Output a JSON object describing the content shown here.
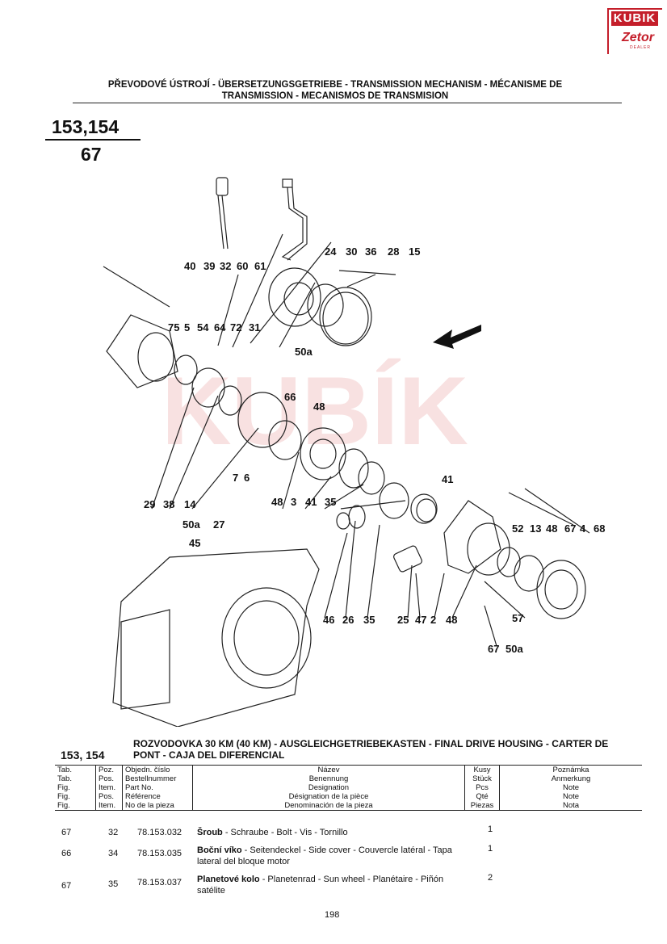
{
  "logo": {
    "brand": "KUBIK",
    "dealer": "Zetor",
    "sub": "DEALER"
  },
  "header": {
    "title": "PŘEVODOVÉ ÚSTROJÍ - ÜBERSETZUNGSGETRIEBE - TRANSMISSION MECHANISM - MÉCANISME DE TRANSMISSION - MECANISMOS DE TRANSMISION"
  },
  "tab": {
    "models": "153,154",
    "number": "67"
  },
  "watermark": {
    "text": "KUBÍK"
  },
  "callouts": [
    "40",
    "39",
    "32",
    "60",
    "61",
    "24",
    "30",
    "36",
    "28",
    "15",
    "75",
    "5",
    "54",
    "64",
    "72",
    "31",
    "50a",
    "66",
    "48",
    "7",
    "6",
    "29",
    "38",
    "14",
    "48",
    "3",
    "41",
    "35",
    "41",
    "50a",
    "27",
    "45",
    "52",
    "13",
    "48",
    "67",
    "4",
    "68",
    "46",
    "26",
    "35",
    "25",
    "47",
    "2",
    "48",
    "57",
    "67",
    "50a"
  ],
  "section": {
    "tab": "153, 154",
    "title": "ROZVODOVKA 30 KM (40 KM) - AUSGLEICHGETRIEBEKASTEN - FINAL DRIVE HOUSING - CARTER DE PONT - CAJA DEL DIFERENCIAL"
  },
  "table_header": {
    "tab": [
      "Tab.",
      "Tab.",
      "Fig.",
      "Fig.",
      "Fig."
    ],
    "pos": [
      "Poz.",
      "Pos.",
      "Item.",
      "Pos.",
      "Item."
    ],
    "part": [
      "Objedn. číslo",
      "Bestellnummer",
      "Part No.",
      "Référence",
      "No de la pieza"
    ],
    "name": [
      "Název",
      "Benennung",
      "Designation",
      "Désignation de la pièce",
      "Denominación de la pieza"
    ],
    "qty": [
      "Kusy",
      "Stück",
      "Pcs",
      "Qté",
      "Piezas"
    ],
    "note": [
      "Poznámka",
      "Anmerkung",
      "Note",
      "Note",
      "Nota"
    ]
  },
  "rows": [
    {
      "tab": "67",
      "pos": "32",
      "part": "78.153.032",
      "name_bold": "Šroub",
      "name_rest": " - Schraube - Bolt - Vis - Tornillo",
      "qty": "1"
    },
    {
      "tab": "66",
      "pos": "34",
      "part": "78.153.035",
      "name_bold": "Boční víko",
      "name_rest": " - Seitendeckel - Side cover - Couvercle latéral - Tapa lateral del bloque motor",
      "qty": "1"
    },
    {
      "tab": "67",
      "pos": "35",
      "part": "78.153.037",
      "name_bold": "Planetové kolo",
      "name_rest": " - Planetenrad - Sun wheel - Planétaire - Piñón satélite",
      "qty": "2"
    }
  ],
  "page_number": "198"
}
